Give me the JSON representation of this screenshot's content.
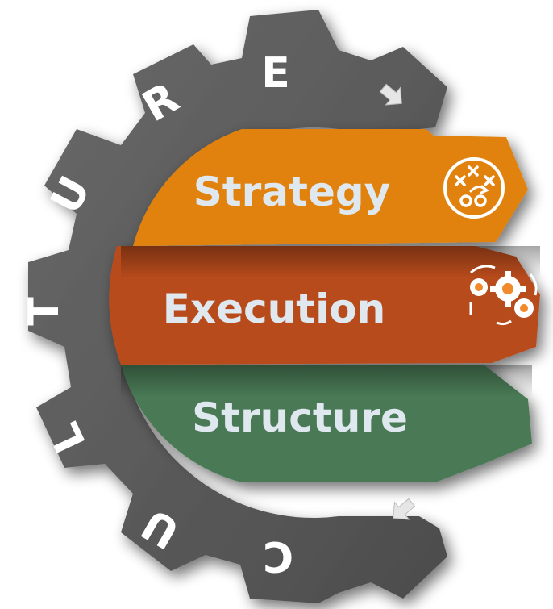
{
  "ring": {
    "letters": [
      "E",
      "R",
      "U",
      "T",
      "L",
      "U",
      "C"
    ],
    "fill_color": "#5a5a5a",
    "arrow_icon": "right-arrow-icon"
  },
  "bands": {
    "strategy": {
      "label": "Strategy",
      "color": "#e0820f",
      "icon": "strategy-play-icon"
    },
    "execution": {
      "label": "Execution",
      "color": "#b84c1d",
      "icon": "gears-cycle-icon"
    },
    "structure": {
      "label": "Structure",
      "color": "#4a7a55"
    }
  }
}
